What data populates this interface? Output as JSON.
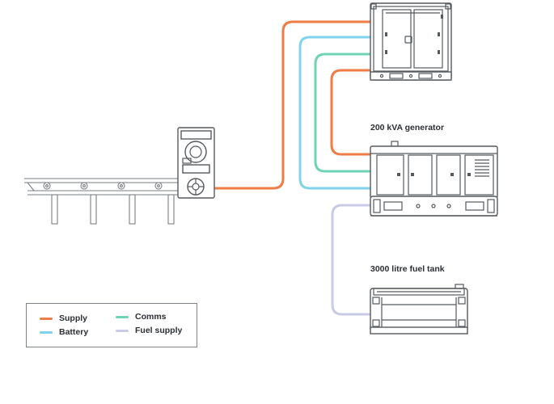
{
  "labels": {
    "generator": "200 kVA generator",
    "fuel_tank": "3000 litre fuel tank"
  },
  "legend": {
    "items": [
      {
        "label": "Supply",
        "color": "#ef7b45"
      },
      {
        "label": "Comms",
        "color": "#6fd4b6"
      },
      {
        "label": "Battery",
        "color": "#7fd3ec"
      },
      {
        "label": "Fuel supply",
        "color": "#c9cbe6"
      }
    ]
  },
  "colors": {
    "supply": "#ef7b45",
    "battery": "#7fd3ec",
    "comms": "#6fd4b6",
    "fuel_supply": "#c9cbe6",
    "equipment_line": "#555a5f"
  },
  "components": [
    "conveyor",
    "drive-motor",
    "control-cabinet",
    "generator",
    "fuel-tank"
  ]
}
